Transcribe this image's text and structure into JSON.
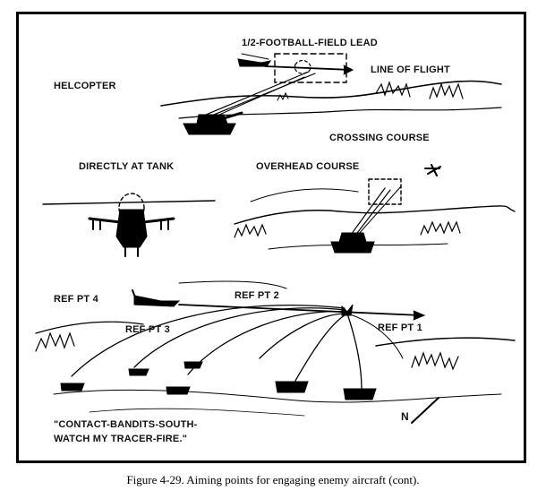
{
  "labels": {
    "football_lead": "1/2-FOOTBALL-FIELD LEAD",
    "line_of_flight": "LINE OF FLIGHT",
    "helicopter": "HELCOPTER",
    "crossing_course": "CROSSING COURSE",
    "directly_at_tank": "DIRECTLY AT TANK",
    "overhead_course": "OVERHEAD COURSE",
    "ref_pt_4": "REF PT 4",
    "ref_pt_2": "REF PT 2",
    "ref_pt_3": "REF PT 3",
    "ref_pt_1": "REF PT 1",
    "quote_line1": "\"CONTACT-BANDITS-SOUTH-",
    "quote_line2": "WATCH MY TRACER-FIRE.\"",
    "compass": "N"
  },
  "caption": "Figure 4-29. Aiming points for engaging enemy aircraft (cont)."
}
